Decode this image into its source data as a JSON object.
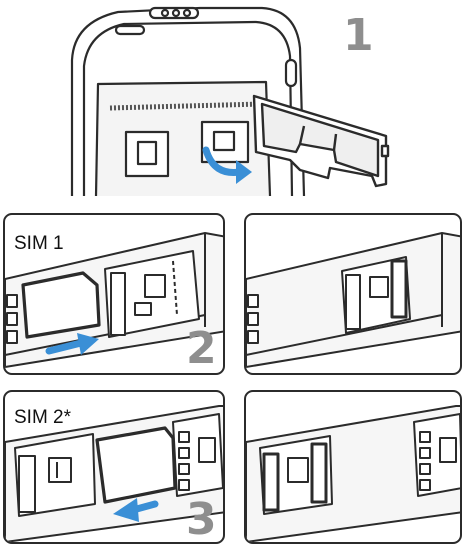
{
  "steps": {
    "step1_number": "1",
    "step2_number": "2",
    "step3_number": "3"
  },
  "labels": {
    "sim1": "SIM 1",
    "sim2": "SIM 2*"
  },
  "colors": {
    "outline": "#2b2b2b",
    "arrow": "#3a8fd6",
    "step_number": "#8e8e8e",
    "shade": "#d9d9d9"
  },
  "icons": [
    "curved-arrow-icon",
    "arrow-right-icon",
    "arrow-left-icon"
  ]
}
